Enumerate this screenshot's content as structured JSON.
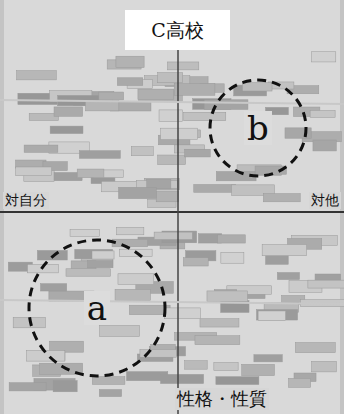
{
  "diagram": {
    "title": "C高校",
    "nodes": [
      {
        "text": [
          "b"
        ]
      },
      {
        "text": [
          "a"
        ]
      }
    ],
    "labels": [
      "対自分",
      "対他",
      "性格・性質"
    ]
  }
}
